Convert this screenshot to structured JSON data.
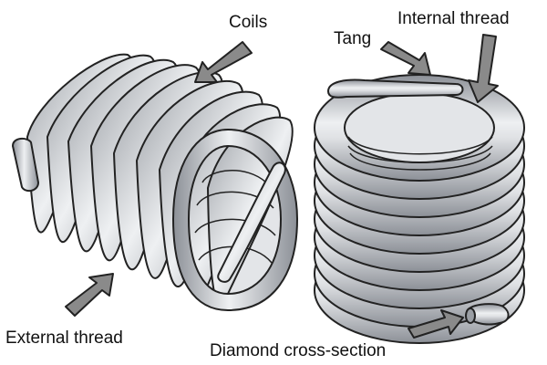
{
  "labels": {
    "coils": "Coils",
    "tang": "Tang",
    "internal_thread": "Internal thread",
    "external_thread": "External thread",
    "diamond_cross_section": "Diamond cross-section"
  },
  "colors": {
    "coil_dark": "#8c9097",
    "coil_mid": "#b9bcc1",
    "coil_light": "#eef0f2",
    "outline": "#222222",
    "arrow_fill": "#8a8a8a",
    "inner_shadow": "#e3e5e8"
  },
  "illustrations": {
    "left": "helical-insert-side-view",
    "right": "helical-insert-end-view"
  }
}
